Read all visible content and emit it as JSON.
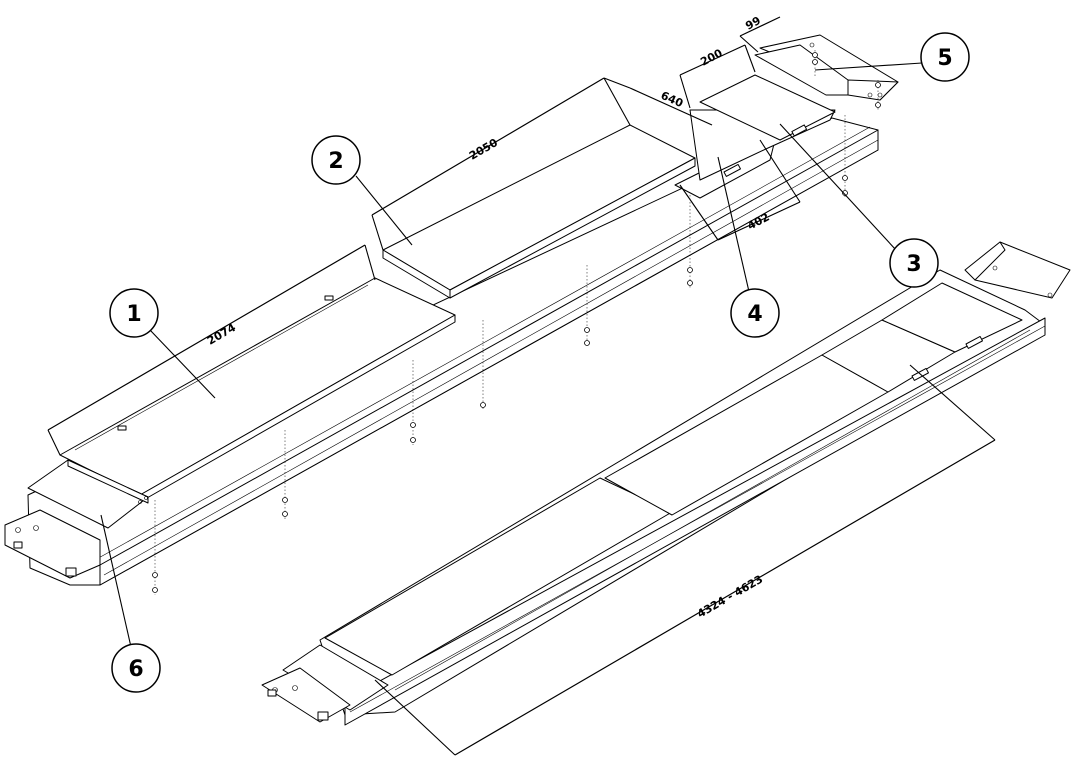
{
  "dimensions": {
    "d2074": "2074",
    "d2050": "2050",
    "d640": "640",
    "d200": "200",
    "d99": "99",
    "d402": "402",
    "d4324": "4324 - 4623"
  },
  "callouts": {
    "c1": "1",
    "c2": "2",
    "c3": "3",
    "c4": "4",
    "c5": "5",
    "c6": "6"
  }
}
